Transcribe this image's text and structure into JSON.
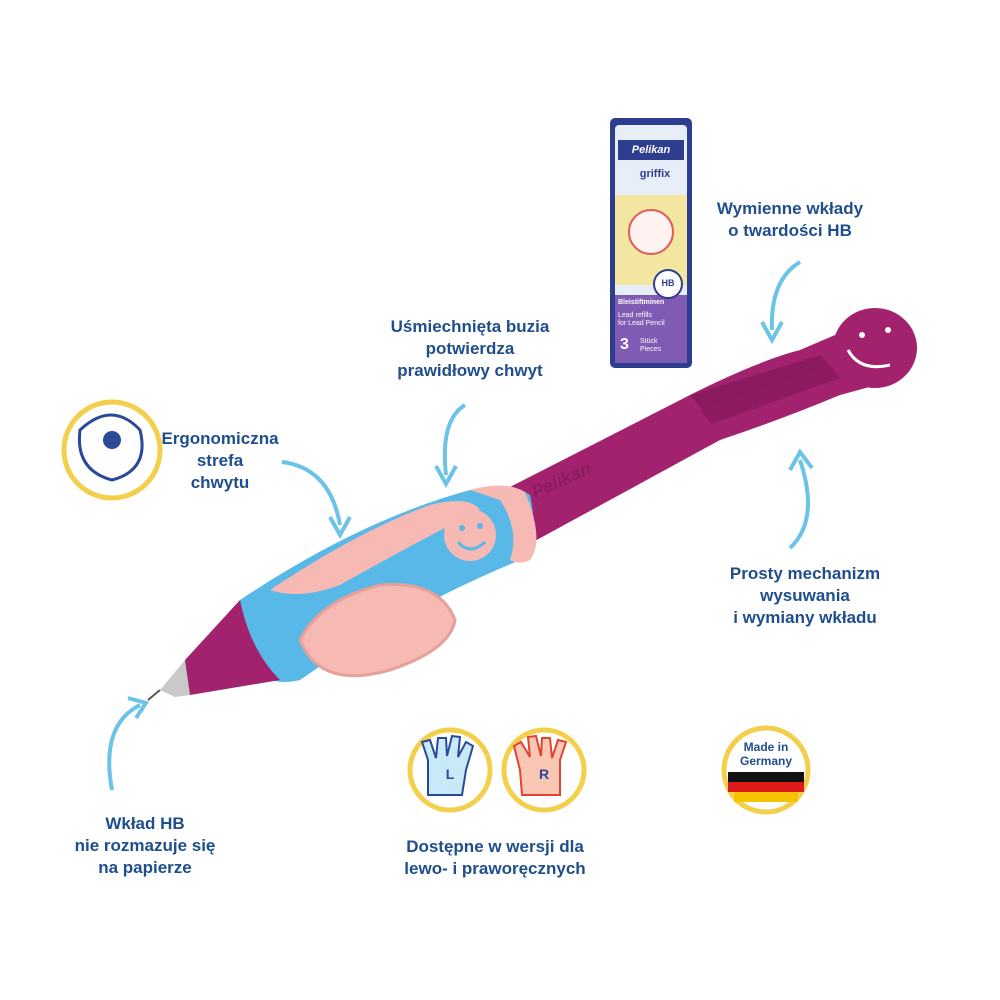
{
  "labels": {
    "refills": "Wymienne wkłady\no twardości HB",
    "smile": "Uśmiechnięta buzia\npotwierdza\nprawidłowy chwyt",
    "grip": "Ergonomiczna\nstrefa\nchwytu",
    "mechanism": "Prosty mechanizm\nwysuwania\ni wymiany wkładu",
    "lead": "Wkład HB\nnie rozmazuje się\nna papierze",
    "hands": "Dostępne w wersji dla\nlewo- i praworęcznych"
  },
  "hands": {
    "left_letter": "L",
    "right_letter": "R"
  },
  "badge": {
    "made_in": "Made in\nGermany"
  },
  "refill_box": {
    "brand": "Pelikan",
    "product": "griffix",
    "grade": "HB",
    "line1": "Bleistiftminen",
    "line2": "Lead refills\nfor Lead Pencil",
    "count": "3",
    "count_label": "Stück\nPieces"
  },
  "pencil_brand": "Pelikan",
  "colors": {
    "pencil": "#a3226e",
    "pencil_dark": "#7d1553",
    "grip_blue": "#58b8e8",
    "grip_pink": "#f6b9b3",
    "arrow": "#6cc3e8",
    "text": "#1f4e8c",
    "box_purple": "#7f5bb3"
  }
}
